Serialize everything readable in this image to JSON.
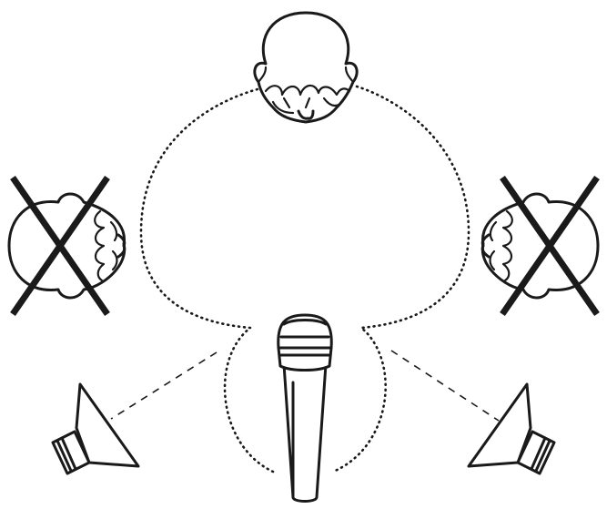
{
  "diagram": {
    "type": "cardioid-microphone-pickup-pattern",
    "colors": {
      "ink": "#1a1a1a",
      "background": "#ffffff"
    },
    "elements": {
      "pickup_pattern": "cardioid",
      "microphone": "handheld-dynamic-microphone",
      "accepted_source": "head-front-center",
      "rejected_sources": [
        "head-left-crossed",
        "head-right-crossed"
      ],
      "monitor_speakers": [
        "speaker-left",
        "speaker-right"
      ]
    }
  }
}
